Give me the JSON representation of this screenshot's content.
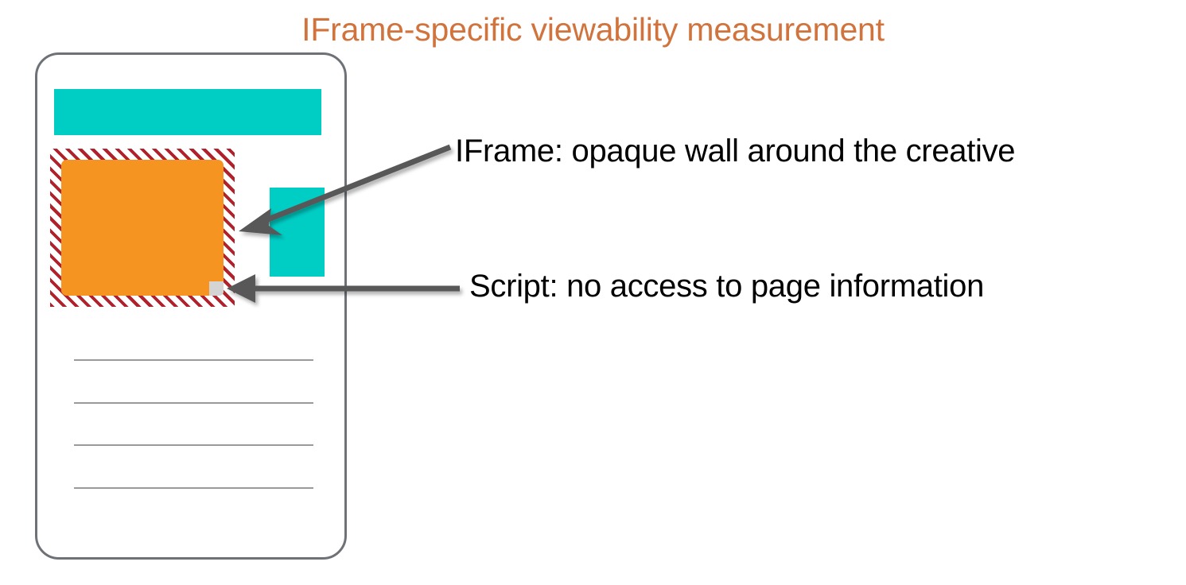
{
  "slide": {
    "title": "IFrame-specific viewability measurement",
    "title_color": "#D0733C",
    "background": "#ffffff"
  },
  "device": {
    "name": "mobile-page-mockup",
    "frame_color": "#6e7277",
    "content": {
      "banners": [
        {
          "name": "top-banner",
          "color": "#00CEC5"
        },
        {
          "name": "side-banner",
          "color": "#00CEC5"
        }
      ],
      "iframe_wall": {
        "hatch_color": "#B0212B",
        "hatch_background": "#ffffff"
      },
      "creative": {
        "name": "ad-creative",
        "color": "#F59420"
      },
      "script_marker": {
        "name": "script-marker",
        "color": "#D4D4D4"
      },
      "rule_lines_count": 4,
      "rule_color": "#9a9a9a"
    }
  },
  "callouts": [
    {
      "id": "iframe",
      "label": "IFrame: opaque wall around the creative",
      "arrow": "diagonal-left-down",
      "arrow_color": "#595959"
    },
    {
      "id": "script",
      "label": "Script: no access to page information",
      "arrow": "horizontal-left",
      "arrow_color": "#595959"
    }
  ],
  "colors": {
    "teal": "#00CEC5",
    "orange": "#F59420",
    "crimson": "#B0212B",
    "arrow_gray": "#595959",
    "title_orange": "#D0733C"
  }
}
